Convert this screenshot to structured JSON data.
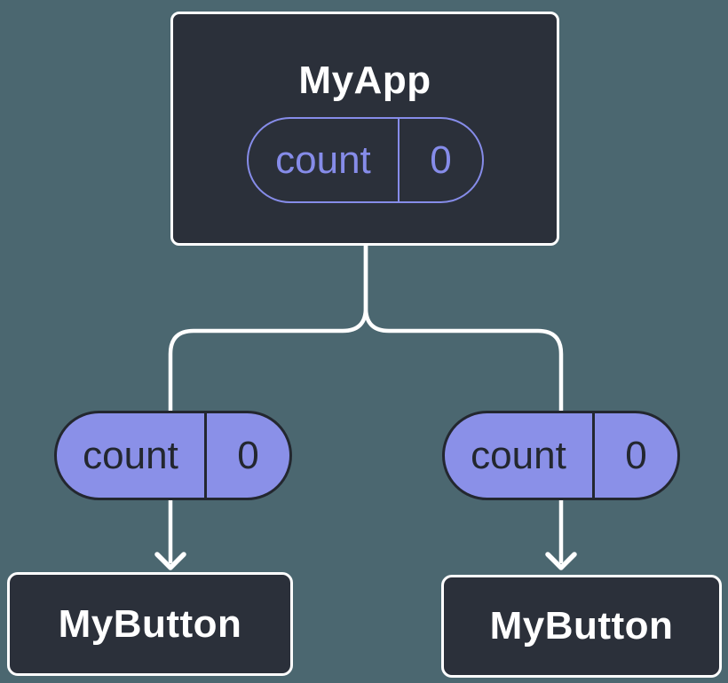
{
  "colors": {
    "background": "#4B6770",
    "node_fill": "#2B303A",
    "node_border": "#FFFFFF",
    "node_text": "#FFFFFF",
    "prop_outline": "#868CE9",
    "state_fill": "#8A90E8",
    "state_border": "#23272F",
    "state_text": "#23272F",
    "connector": "#FFFFFF"
  },
  "diagram": {
    "root": {
      "title": "MyApp",
      "badge": {
        "label": "count",
        "value": "0"
      }
    },
    "children": [
      {
        "title": "MyButton",
        "badge": {
          "label": "count",
          "value": "0"
        }
      },
      {
        "title": "MyButton",
        "badge": {
          "label": "count",
          "value": "0"
        }
      }
    ]
  }
}
